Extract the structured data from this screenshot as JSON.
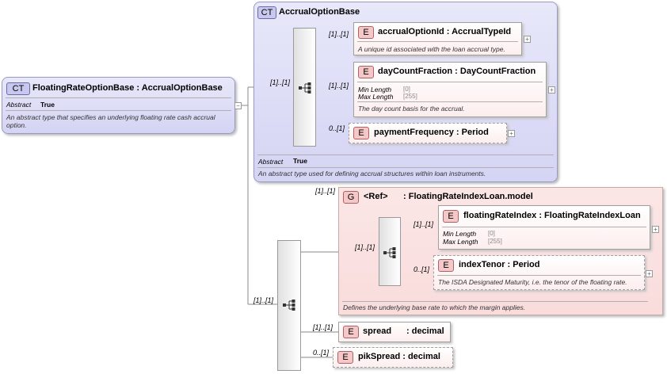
{
  "root": {
    "badge": "CT",
    "title": "FloatingRateOptionBase : AccrualOptionBase",
    "abstract_label": "Abstract",
    "abstract_value": "True",
    "doc_line1": "An abstract type that specifies an underlying floating rate cash accrual",
    "doc_line2": "option."
  },
  "base": {
    "badge": "CT",
    "title": "AccrualOptionBase",
    "abstract_label": "Abstract",
    "abstract_value": "True",
    "doc": "An abstract type used for defining accrual structures within loan instruments.",
    "card": "[1]..[1]",
    "elements": [
      {
        "badge": "E",
        "title": "accrualOptionId : AccrualTypeId",
        "card": "[1]..[1]",
        "doc": "A unique id associated with the loan accrual type."
      },
      {
        "badge": "E",
        "title": "dayCountFraction : DayCountFraction",
        "card": "[1]..[1]",
        "min_label": "Min Length",
        "min_value": "[0]",
        "max_label": "Max Length",
        "max_value": "[255]",
        "doc": "The day count basis for the accrual."
      },
      {
        "badge": "E",
        "title": "paymentFrequency : Period",
        "card": "0..[1]"
      }
    ]
  },
  "seq2": {
    "card": "[1]..[1]"
  },
  "group": {
    "badge": "G",
    "ref": "<Ref>",
    "title": ": FloatingRateIndexLoan.model",
    "card": "[1]..[1]",
    "inner_card": "[1]..[1]",
    "doc": "Defines the underlying base rate to which the margin applies.",
    "elements": [
      {
        "badge": "E",
        "title": "floatingRateIndex : FloatingRateIndexLoan",
        "card": "[1]..[1]",
        "min_label": "Min Length",
        "min_value": "[0]",
        "max_label": "Max Length",
        "max_value": "[255]"
      },
      {
        "badge": "E",
        "title": "indexTenor : Period",
        "card": "0..[1]",
        "doc": "The ISDA Designated Maturity, i.e. the tenor of the floating rate."
      }
    ]
  },
  "spread": {
    "badge": "E",
    "title": "spread",
    "type": ": decimal",
    "card": "[1]..[1]"
  },
  "pikSpread": {
    "badge": "E",
    "title": "pikSpread : decimal",
    "card": "0..[1]"
  }
}
